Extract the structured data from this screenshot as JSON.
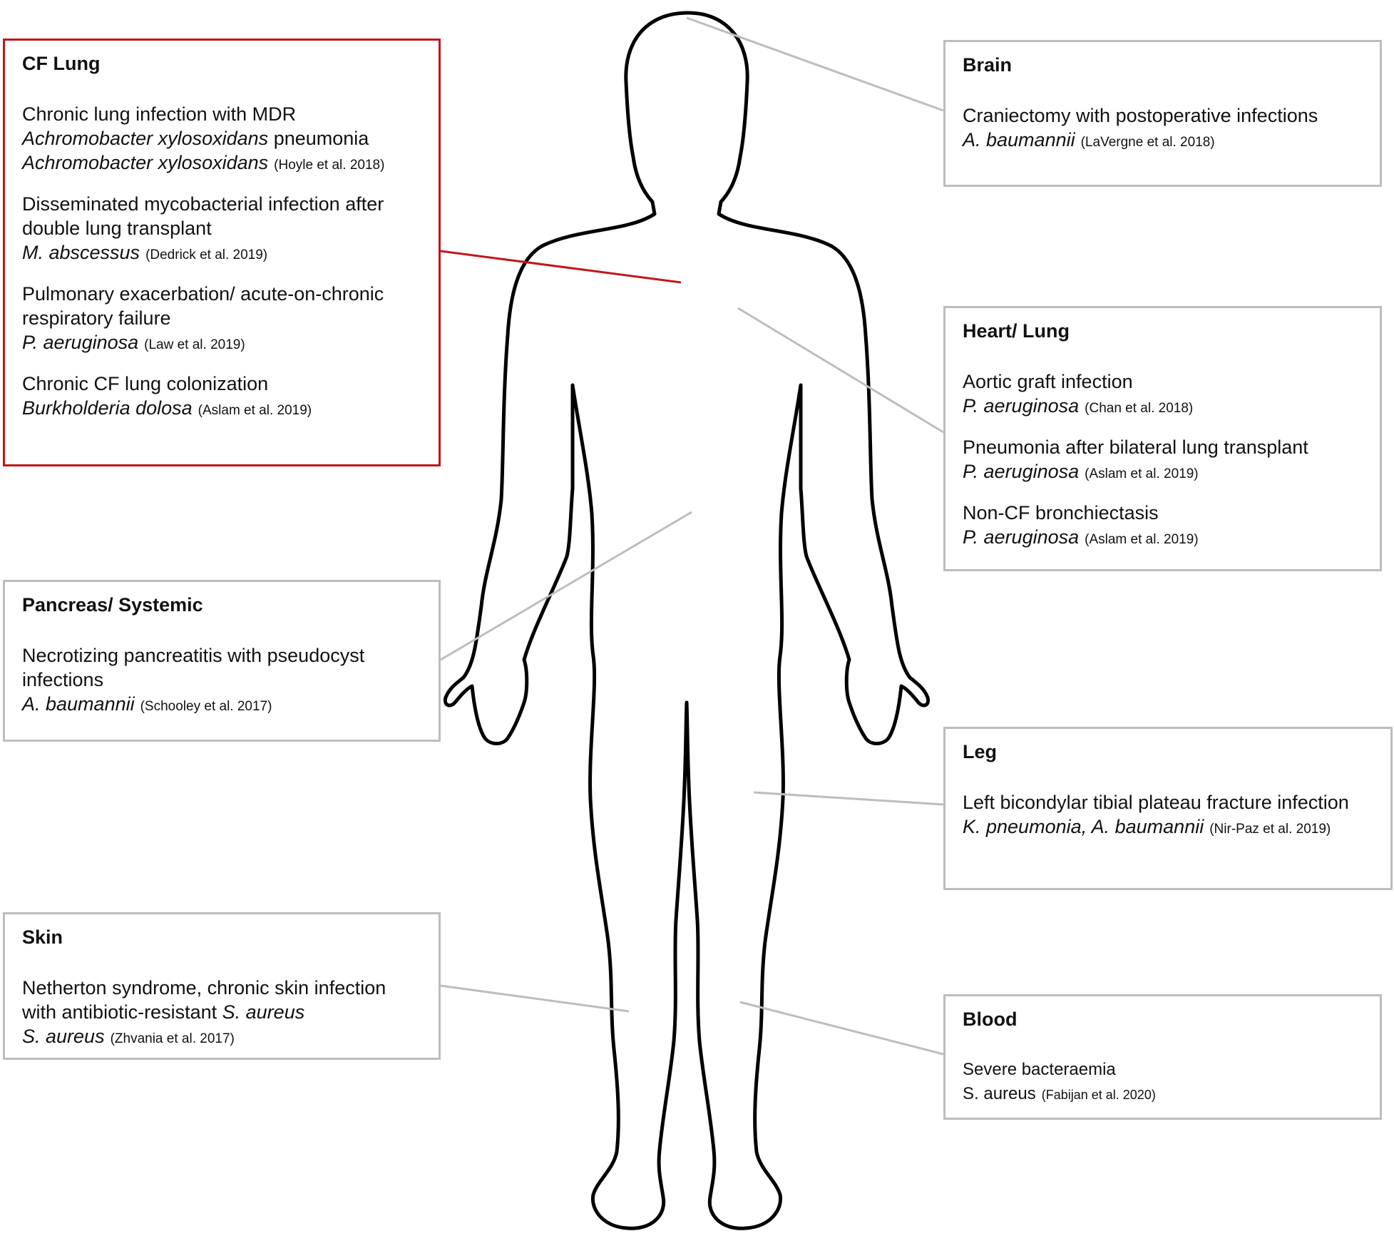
{
  "colors": {
    "accent_border": "#c0171a",
    "box_border": "#bdbdbd",
    "connector": "#bdbdbd",
    "outline": "#000000"
  },
  "boxes": [
    {
      "id": "cf-lung",
      "title": "CF Lung",
      "accent": true,
      "entries": [
        {
          "condition": "Chronic lung infection with MDR",
          "organism": "Achromobacter xylosoxidans",
          "condition_tail": "pneumonia",
          "organism2": "Achromobacter xylosoxidans",
          "reference": "(Hoyle et al. 2018)"
        },
        {
          "condition": "Disseminated mycobacterial infection after double lung transplant",
          "organism": "M. abscessus",
          "reference": "(Dedrick et al. 2019)"
        },
        {
          "condition": "Pulmonary exacerbation/ acute-on-chronic respiratory failure",
          "organism": "P. aeruginosa",
          "reference": "(Law et al. 2019)"
        },
        {
          "condition": "Chronic CF lung colonization",
          "organism": "Burkholderia dolosa",
          "reference": "(Aslam et al. 2019)"
        }
      ]
    },
    {
      "id": "pancreas",
      "title": "Pancreas/ Systemic",
      "entries": [
        {
          "condition": "Necrotizing pancreatitis with pseudocyst infections",
          "organism": "A. baumannii",
          "reference": "(Schooley et al. 2017)"
        }
      ]
    },
    {
      "id": "skin",
      "title": "Skin",
      "entries": [
        {
          "condition": "Netherton syndrome, chronic skin infection with antibiotic-resistant",
          "condition_organism": "S. aureus",
          "organism": "S. aureus",
          "reference": "(Zhvania et al. 2017)"
        }
      ]
    },
    {
      "id": "brain",
      "title": "Brain",
      "entries": [
        {
          "condition": "Craniectomy with postoperative infections",
          "organism": "A. baumannii",
          "reference": "(LaVergne et al. 2018)"
        }
      ]
    },
    {
      "id": "heart-lung",
      "title": "Heart/ Lung",
      "entries": [
        {
          "condition": "Aortic graft infection",
          "organism": "P. aeruginosa",
          "reference": "(Chan et al. 2018)"
        },
        {
          "condition": "Pneumonia after bilateral lung transplant",
          "organism": "P. aeruginosa",
          "reference": "(Aslam et al. 2019)"
        },
        {
          "condition": "Non-CF bronchiectasis",
          "organism": "P. aeruginosa",
          "reference": "(Aslam et al. 2019)"
        }
      ]
    },
    {
      "id": "leg",
      "title": "Leg",
      "entries": [
        {
          "condition": "Left bicondylar tibial plateau fracture infection",
          "organism": "K. pneumonia, A. baumannii",
          "reference": "(Nir-Paz et al. 2019)"
        }
      ]
    },
    {
      "id": "blood",
      "title": "Blood",
      "compact": true,
      "entries": [
        {
          "condition": "Severe bacteraemia",
          "organism": "S. aureus",
          "reference": "(Fabijan et al. 2020)"
        }
      ]
    }
  ]
}
